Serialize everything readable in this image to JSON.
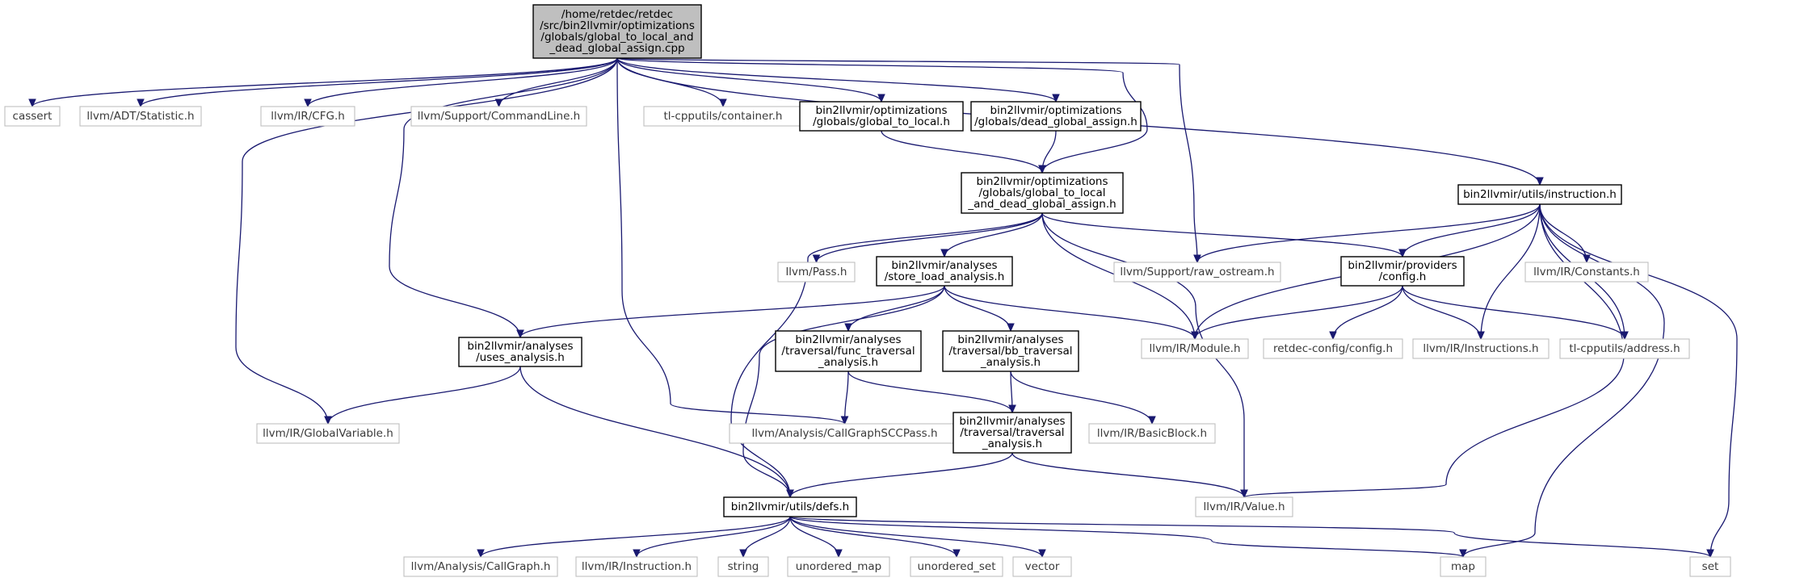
{
  "diagram": {
    "type": "include-dependency-graph",
    "nodes": [
      {
        "id": "root",
        "lines": [
          "/home/retdec/retdec",
          "/src/bin2llvmir/optimizations",
          "/globals/global_to_local_and",
          "_dead_global_assign.cpp"
        ],
        "kind": "root"
      },
      {
        "id": "cassert",
        "lines": [
          "cassert"
        ],
        "kind": "external"
      },
      {
        "id": "statistic",
        "lines": [
          "llvm/ADT/Statistic.h"
        ],
        "kind": "external"
      },
      {
        "id": "cfg",
        "lines": [
          "llvm/IR/CFG.h"
        ],
        "kind": "external"
      },
      {
        "id": "commandline",
        "lines": [
          "llvm/Support/CommandLine.h"
        ],
        "kind": "external"
      },
      {
        "id": "container",
        "lines": [
          "tl-cpputils/container.h"
        ],
        "kind": "external"
      },
      {
        "id": "g2l",
        "lines": [
          "bin2llvmir/optimizations",
          "/globals/global_to_local.h"
        ],
        "kind": "local"
      },
      {
        "id": "dga",
        "lines": [
          "bin2llvmir/optimizations",
          "/globals/dead_global_assign.h"
        ],
        "kind": "local"
      },
      {
        "id": "g2ldga",
        "lines": [
          "bin2llvmir/optimizations",
          "/globals/global_to_local",
          "_and_dead_global_assign.h"
        ],
        "kind": "local"
      },
      {
        "id": "instruction",
        "lines": [
          "bin2llvmir/utils/instruction.h"
        ],
        "kind": "local"
      },
      {
        "id": "pass",
        "lines": [
          "llvm/Pass.h"
        ],
        "kind": "external"
      },
      {
        "id": "storeload",
        "lines": [
          "bin2llvmir/analyses",
          "/store_load_analysis.h"
        ],
        "kind": "local"
      },
      {
        "id": "rawostream",
        "lines": [
          "llvm/Support/raw_ostream.h"
        ],
        "kind": "external"
      },
      {
        "id": "config",
        "lines": [
          "bin2llvmir/providers",
          "/config.h"
        ],
        "kind": "local"
      },
      {
        "id": "constants",
        "lines": [
          "llvm/IR/Constants.h"
        ],
        "kind": "external"
      },
      {
        "id": "uses",
        "lines": [
          "bin2llvmir/analyses",
          "/uses_analysis.h"
        ],
        "kind": "local"
      },
      {
        "id": "functrav",
        "lines": [
          "bin2llvmir/analyses",
          "/traversal/func_traversal",
          "_analysis.h"
        ],
        "kind": "local"
      },
      {
        "id": "bbtrav",
        "lines": [
          "bin2llvmir/analyses",
          "/traversal/bb_traversal",
          "_analysis.h"
        ],
        "kind": "local"
      },
      {
        "id": "module",
        "lines": [
          "llvm/IR/Module.h"
        ],
        "kind": "external"
      },
      {
        "id": "retdecconfig",
        "lines": [
          "retdec-config/config.h"
        ],
        "kind": "external"
      },
      {
        "id": "instructions",
        "lines": [
          "llvm/IR/Instructions.h"
        ],
        "kind": "external"
      },
      {
        "id": "address",
        "lines": [
          "tl-cpputils/address.h"
        ],
        "kind": "external"
      },
      {
        "id": "globalvar",
        "lines": [
          "llvm/IR/GlobalVariable.h"
        ],
        "kind": "external"
      },
      {
        "id": "callgraphscc",
        "lines": [
          "llvm/Analysis/CallGraphSCCPass.h"
        ],
        "kind": "external"
      },
      {
        "id": "trav",
        "lines": [
          "bin2llvmir/analyses",
          "/traversal/traversal",
          "_analysis.h"
        ],
        "kind": "local"
      },
      {
        "id": "basicblock",
        "lines": [
          "llvm/IR/BasicBlock.h"
        ],
        "kind": "external"
      },
      {
        "id": "defs",
        "lines": [
          "bin2llvmir/utils/defs.h"
        ],
        "kind": "local"
      },
      {
        "id": "value",
        "lines": [
          "llvm/IR/Value.h"
        ],
        "kind": "external"
      },
      {
        "id": "callgraph",
        "lines": [
          "llvm/Analysis/CallGraph.h"
        ],
        "kind": "external"
      },
      {
        "id": "irinstruction",
        "lines": [
          "llvm/IR/Instruction.h"
        ],
        "kind": "external"
      },
      {
        "id": "string",
        "lines": [
          "string"
        ],
        "kind": "external"
      },
      {
        "id": "unorderedmap",
        "lines": [
          "unordered_map"
        ],
        "kind": "external"
      },
      {
        "id": "unorderedset",
        "lines": [
          "unordered_set"
        ],
        "kind": "external"
      },
      {
        "id": "vector",
        "lines": [
          "vector"
        ],
        "kind": "external"
      },
      {
        "id": "map",
        "lines": [
          "map"
        ],
        "kind": "external"
      },
      {
        "id": "set",
        "lines": [
          "set"
        ],
        "kind": "external"
      }
    ],
    "edges": [
      [
        "root",
        "cassert"
      ],
      [
        "root",
        "statistic"
      ],
      [
        "root",
        "cfg"
      ],
      [
        "root",
        "commandline"
      ],
      [
        "root",
        "container"
      ],
      [
        "root",
        "g2l"
      ],
      [
        "root",
        "dga"
      ],
      [
        "root",
        "g2ldga"
      ],
      [
        "root",
        "instruction"
      ],
      [
        "root",
        "rawostream"
      ],
      [
        "root",
        "uses"
      ],
      [
        "root",
        "globalvar"
      ],
      [
        "root",
        "callgraphscc"
      ],
      [
        "g2l",
        "g2ldga"
      ],
      [
        "dga",
        "g2ldga"
      ],
      [
        "g2ldga",
        "pass"
      ],
      [
        "g2ldga",
        "storeload"
      ],
      [
        "g2ldga",
        "config"
      ],
      [
        "g2ldga",
        "module"
      ],
      [
        "g2ldga",
        "value"
      ],
      [
        "g2ldga",
        "defs"
      ],
      [
        "instruction",
        "rawostream"
      ],
      [
        "instruction",
        "config"
      ],
      [
        "instruction",
        "constants"
      ],
      [
        "instruction",
        "module"
      ],
      [
        "instruction",
        "instructions"
      ],
      [
        "instruction",
        "address"
      ],
      [
        "instruction",
        "value"
      ],
      [
        "instruction",
        "map"
      ],
      [
        "instruction",
        "set"
      ],
      [
        "config",
        "module"
      ],
      [
        "config",
        "retdecconfig"
      ],
      [
        "config",
        "instructions"
      ],
      [
        "config",
        "address"
      ],
      [
        "storeload",
        "uses"
      ],
      [
        "storeload",
        "functrav"
      ],
      [
        "storeload",
        "bbtrav"
      ],
      [
        "storeload",
        "module"
      ],
      [
        "storeload",
        "defs"
      ],
      [
        "uses",
        "globalvar"
      ],
      [
        "uses",
        "defs"
      ],
      [
        "functrav",
        "callgraphscc"
      ],
      [
        "functrav",
        "trav"
      ],
      [
        "bbtrav",
        "trav"
      ],
      [
        "bbtrav",
        "basicblock"
      ],
      [
        "trav",
        "defs"
      ],
      [
        "trav",
        "value"
      ],
      [
        "defs",
        "callgraph"
      ],
      [
        "defs",
        "irinstruction"
      ],
      [
        "defs",
        "string"
      ],
      [
        "defs",
        "unorderedmap"
      ],
      [
        "defs",
        "unorderedset"
      ],
      [
        "defs",
        "vector"
      ],
      [
        "defs",
        "map"
      ],
      [
        "defs",
        "set"
      ]
    ]
  }
}
